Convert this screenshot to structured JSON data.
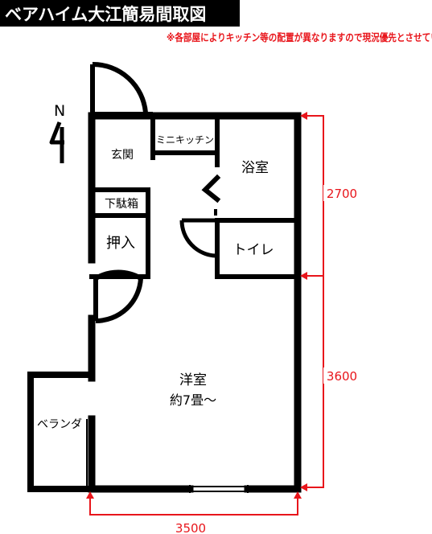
{
  "header": {
    "title": "ベアハイム大江簡易間取図",
    "notice": "※各部屋によりキッチン等の配置が異なりますので現況優先とさせていただきます"
  },
  "compass": {
    "label": "N"
  },
  "rooms": {
    "entrance": "玄関",
    "mini_kitchen": "ミニキッチン",
    "bathroom": "浴室",
    "shoe_box": "下駄箱",
    "closet": "押入",
    "toilet": "トイレ",
    "western_room": "洋室",
    "western_room_size": "約7畳～",
    "veranda": "ベランダ"
  },
  "dimensions": {
    "upper_height": "2700",
    "lower_height": "3600",
    "width": "3500"
  },
  "colors": {
    "title_background": "#000000",
    "title_text": "#ffffff",
    "notice_text": "#e8151b",
    "dimension_lines": "#e8151b",
    "walls": "#000000"
  }
}
